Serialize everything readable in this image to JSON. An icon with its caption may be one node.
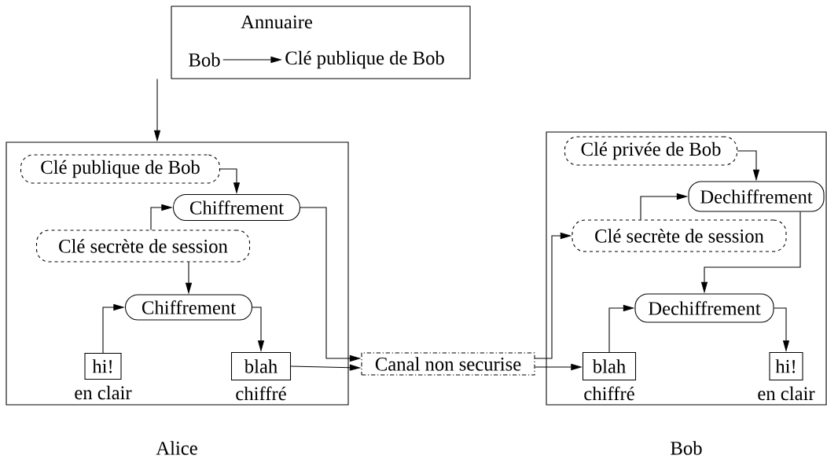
{
  "diagram": {
    "nodes": [
      {
        "text": [
          "Annuaire"
        ]
      },
      {
        "text": [
          "Bob"
        ],
        "in": 0
      },
      {
        "text": [
          "Clé publique de Bob"
        ],
        "in": 0
      },
      {
        "text": [],
        "shape": "box",
        "beside": [
          "Alice"
        ]
      },
      {
        "text": [
          "Clé publique de Bob"
        ],
        "in": 3
      },
      {
        "text": [
          "Chiffrement"
        ],
        "in": 3
      },
      {
        "text": [
          "Clé secrète de session"
        ],
        "in": 3
      },
      {
        "text": [
          "Chiffrement"
        ],
        "in": 3
      },
      {
        "text": [
          "hi!"
        ],
        "in": 3,
        "beside": [
          "en clair"
        ]
      },
      {
        "text": [
          "blah"
        ],
        "in": 3,
        "beside": [
          "chiffré"
        ]
      },
      {
        "text": [
          "Canal non securise"
        ]
      },
      {
        "text": [],
        "shape": "box",
        "beside": [
          "Bob"
        ]
      },
      {
        "text": [
          "Clé privée de Bob"
        ],
        "in": 11
      },
      {
        "text": [
          "Dechiffrement"
        ],
        "in": 11
      },
      {
        "text": [
          "Clé secrète de session"
        ],
        "in": 11
      },
      {
        "text": [
          "Dechiffrement"
        ],
        "in": 11
      },
      {
        "text": [
          "blah"
        ],
        "in": 11,
        "beside": [
          "chiffré"
        ]
      },
      {
        "text": [
          "hi!"
        ],
        "in": 11,
        "beside": [
          "en clair"
        ]
      }
    ],
    "edges": [
      {
        "from": 0,
        "to": 3,
        "arrow": "to"
      },
      {
        "from": 1,
        "to": 2,
        "arrow": "to"
      },
      {
        "from": 4,
        "to": 5,
        "arrow": "to"
      },
      {
        "from": 6,
        "to": 5,
        "arrow": "to"
      },
      {
        "from": 6,
        "to": 7,
        "arrow": "to"
      },
      {
        "from": 8,
        "to": 7,
        "arrow": "to"
      },
      {
        "from": 7,
        "to": 9,
        "arrow": "to"
      },
      {
        "from": 5,
        "to": 10,
        "arrow": "to"
      },
      {
        "from": 9,
        "to": 10,
        "arrow": "to"
      },
      {
        "from": 10,
        "to": 14,
        "arrow": "to"
      },
      {
        "from": 10,
        "to": 16,
        "arrow": "to"
      },
      {
        "from": 12,
        "to": 13,
        "arrow": "to"
      },
      {
        "from": 14,
        "to": 13,
        "arrow": "to"
      },
      {
        "from": 13,
        "to": 15,
        "arrow": "to"
      },
      {
        "from": 16,
        "to": 15,
        "arrow": "to"
      },
      {
        "from": 15,
        "to": 17,
        "arrow": "to"
      }
    ]
  }
}
